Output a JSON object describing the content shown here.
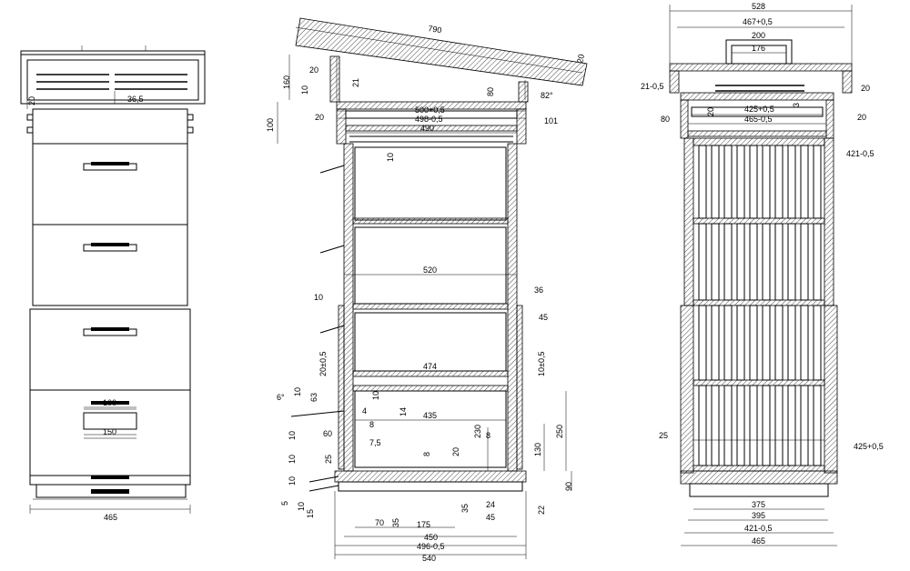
{
  "views": {
    "front": {
      "dims": {
        "width": "465",
        "d20": "20",
        "d36": "36,5",
        "d100": "100",
        "d150": "150"
      }
    },
    "section": {
      "dims": {
        "d790": "790",
        "d20_roof": "20",
        "d20_a": "20",
        "d160": "160",
        "d10_a": "10",
        "d21": "21",
        "d80": "80",
        "d82": "82°",
        "d100": "100",
        "d20_b": "20",
        "d500": "500+0,5",
        "d498": "498-0,5",
        "d490": "490",
        "d101": "101",
        "d10_b": "10",
        "d520": "520",
        "d10_c": "10",
        "d36": "36",
        "d45_a": "45",
        "d20_05": "20±0,5",
        "d474": "474",
        "d10_05": "10±0,5",
        "d6deg": "6°",
        "d10_d": "10",
        "d63": "63",
        "d4": "4",
        "d10_e": "10",
        "d14": "14",
        "d435": "435",
        "d60": "60",
        "d230": "230",
        "d8_a": "8",
        "d8_b": "8",
        "d250": "250",
        "d7_5": "7,5",
        "d10_f": "10",
        "d25": "25",
        "d8_c": "8",
        "d20_c": "20",
        "d130": "130",
        "d10_g": "10",
        "d10_h": "10",
        "d5": "5",
        "d10_i": "10",
        "d15": "15",
        "d90": "90",
        "d35_a": "35",
        "d24": "24",
        "d22": "22",
        "d70": "70",
        "d35_b": "35",
        "d175": "175",
        "d45_b": "45",
        "d450": "450",
        "d496": "496-0,5",
        "d540": "540"
      }
    },
    "side": {
      "dims": {
        "d528": "528",
        "d467": "467+0,5",
        "d200": "200",
        "d176": "176",
        "d21": "21-0,5",
        "d20_a": "20",
        "d425_top": "425+0,5",
        "d20_b": "20",
        "d3": "3",
        "d80": "80",
        "d465_top": "465-0,5",
        "d20_c": "20",
        "d421_top": "421-0,5",
        "d25": "25",
        "d425_mid": "425+0,5",
        "d375": "375",
        "d395": "395",
        "d421_bot": "421-0,5",
        "d465_bot": "465"
      }
    }
  }
}
